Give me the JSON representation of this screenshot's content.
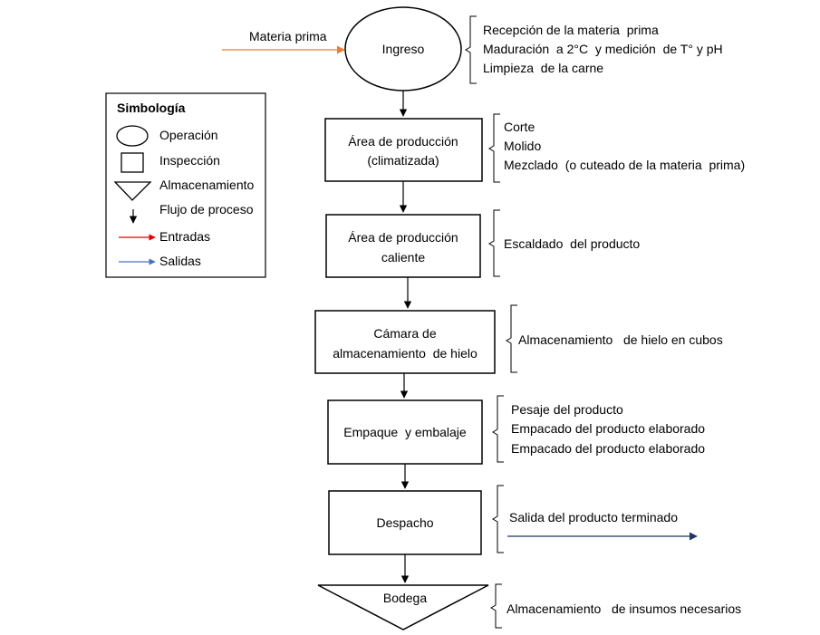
{
  "input": {
    "label": "Materia prima",
    "color": "#ED7D31"
  },
  "nodes": {
    "ingreso": {
      "label": "Ingreso",
      "details": [
        "Recepción de la materia  prima",
        "Maduración  a 2°C  y medición  de T° y pH",
        "Limpieza  de la carne"
      ]
    },
    "area_clima": {
      "lines": [
        "Área de producción",
        "(climatizada)"
      ],
      "details": [
        "Corte",
        "Molido",
        "Mezclado  (o cuteado de la materia  prima)"
      ]
    },
    "area_caliente": {
      "lines": [
        "Área de producción",
        "caliente"
      ],
      "details": [
        "Escaldado  del producto"
      ]
    },
    "camara": {
      "lines": [
        "Cámara de",
        "almacenamiento  de hielo"
      ],
      "details": [
        "Almacenamiento   de hielo en cubos"
      ]
    },
    "empaque": {
      "label": "Empaque  y embalaje",
      "details": [
        "Pesaje del producto",
        "Empacado del producto elaborado",
        "Empacado del producto elaborado"
      ]
    },
    "despacho": {
      "label": "Despacho",
      "details": [
        "Salida del producto terminado"
      ],
      "output_color": "#1F3864"
    },
    "bodega": {
      "label": "Bodega",
      "details": [
        "Almacenamiento   de insumos necesarios"
      ]
    }
  },
  "legend": {
    "title": "Simbología",
    "items": [
      {
        "label": "Operación",
        "symbol": "ellipse"
      },
      {
        "label": "Inspección",
        "symbol": "square"
      },
      {
        "label": "Almacenamiento",
        "symbol": "triangle"
      },
      {
        "label": "Flujo de proceso",
        "symbol": "black-arrow"
      },
      {
        "label": "Entradas",
        "symbol": "red-arrow",
        "color": "#E00000"
      },
      {
        "label": "Salidas",
        "symbol": "blue-arrow",
        "color": "#4472C4"
      }
    ]
  }
}
